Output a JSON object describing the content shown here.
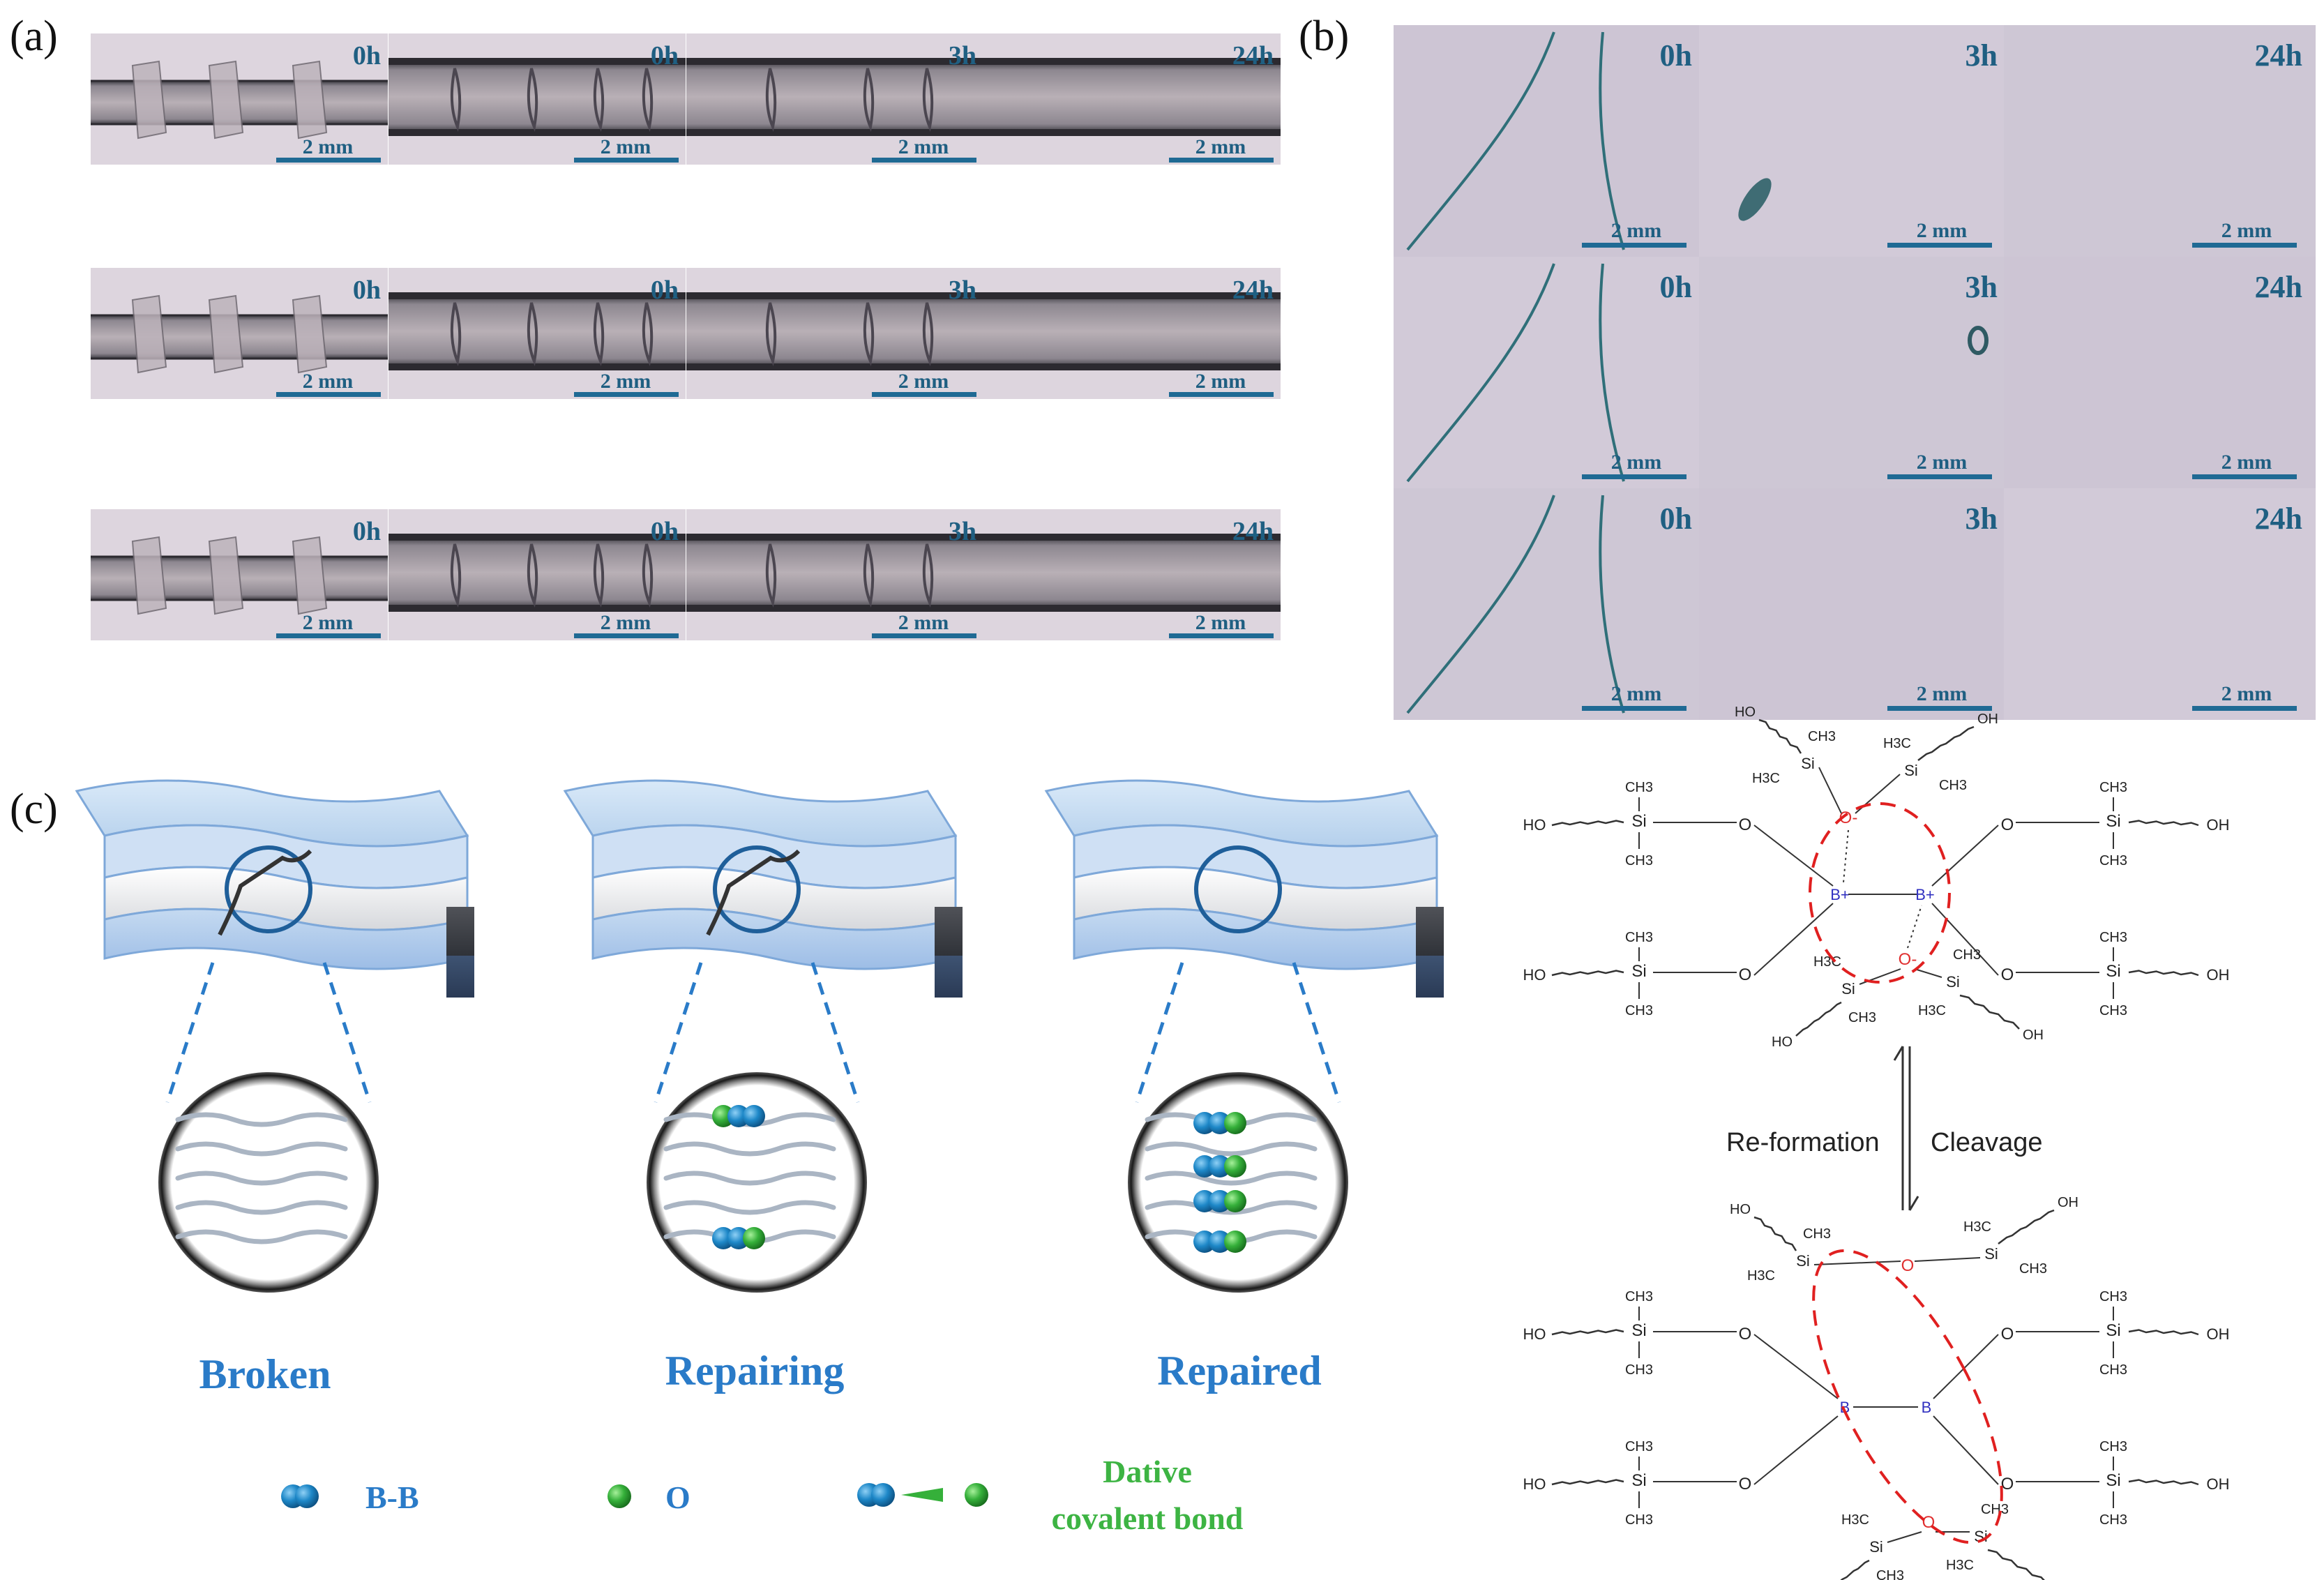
{
  "panel_a": {
    "label": "(a)",
    "rows": [
      {
        "times": [
          "0h",
          "0h",
          "3h",
          "24h"
        ]
      },
      {
        "times": [
          "0h",
          "0h",
          "3h",
          "24h"
        ]
      },
      {
        "times": [
          "0h",
          "0h",
          "3h",
          "24h"
        ]
      }
    ],
    "scale_label": "2 mm",
    "colors": {
      "background": "#ddd6df",
      "strip": "#b3a9b0",
      "edge": "#3d3a41",
      "time_text": "#1f5f82",
      "scale_bar": "#1f6a94"
    }
  },
  "panel_b": {
    "label": "(b)",
    "rows": [
      {
        "times": [
          "0h",
          "3h",
          "24h"
        ]
      },
      {
        "times": [
          "0h",
          "3h",
          "24h"
        ]
      },
      {
        "times": [
          "0h",
          "3h",
          "24h"
        ]
      }
    ],
    "scale_label": "2 mm",
    "colors": {
      "background": "#cfc7d6",
      "crack": "#2f6f79"
    }
  },
  "panel_c": {
    "label": "(c)",
    "stages": [
      {
        "label": "Broken",
        "bead_pairs": 0
      },
      {
        "label": "Repairing",
        "bead_pairs": 2
      },
      {
        "label": "Repaired",
        "bead_pairs": 4
      }
    ],
    "legend": {
      "bb_label": "B-B",
      "o_label": "O",
      "dative_line1": "Dative",
      "dative_line2": "covalent bond"
    },
    "colors": {
      "stage_text": "#2a7bc8",
      "bb_bead": "#1e88c8",
      "o_bead": "#35b03a",
      "dative_text": "#3db443"
    }
  },
  "mechanism": {
    "atoms": {
      "B": "B",
      "Bplus": "B+",
      "Ominus": "O-",
      "O": "O",
      "Si": "Si",
      "CH3": "CH3",
      "H3C": "H3C",
      "HO": "HO",
      "OH": "OH"
    },
    "arrow_left_label": "Re-formation",
    "arrow_right_label": "Cleavage",
    "colors": {
      "boron": "#3030c0",
      "oxygen_red": "#e03030",
      "ellipse": "#e02020"
    }
  }
}
